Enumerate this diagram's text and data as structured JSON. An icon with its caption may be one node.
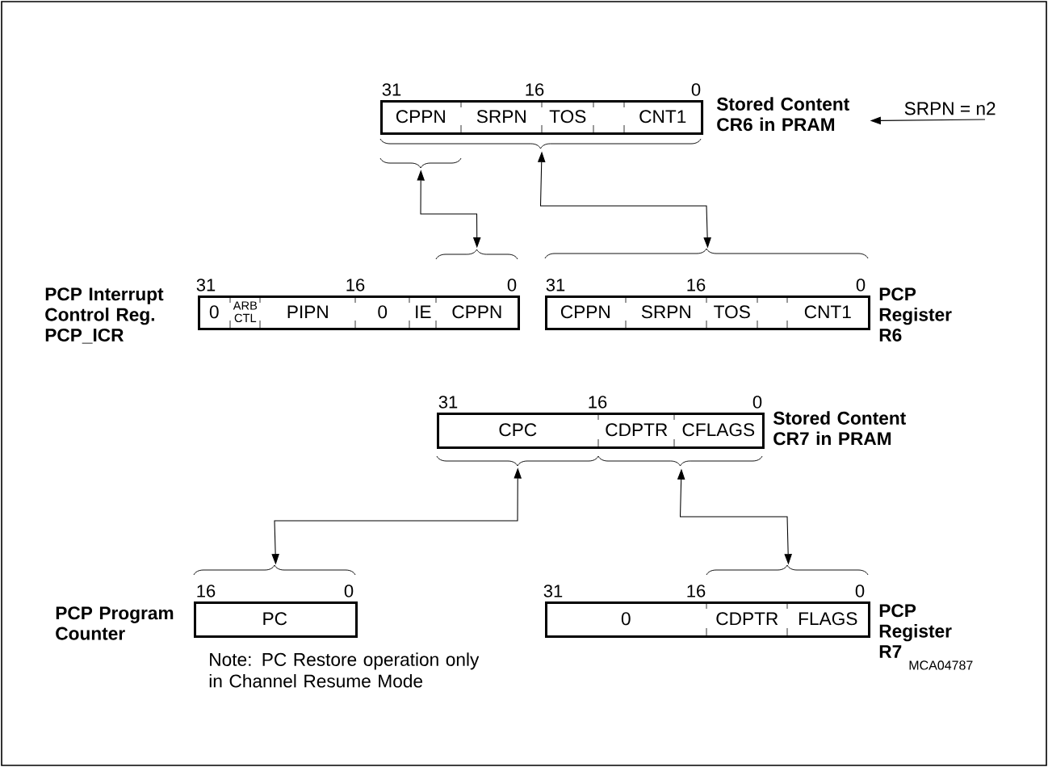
{
  "diagram": {
    "nodes": [
      {
        "text": [
          "Stored Content CR6 in PRAM"
        ],
        "beside": [
          "31",
          "16",
          "0"
        ]
      },
      {
        "text": [
          "CPPN"
        ],
        "in": 0
      },
      {
        "text": [
          "SRPN"
        ],
        "in": 0
      },
      {
        "text": [
          "TOS"
        ],
        "in": 0
      },
      {
        "text": [
          "CNT1"
        ],
        "in": 0
      },
      {
        "text": [
          "PCP Interrupt Control Reg. PCP_ICR"
        ],
        "beside": [
          "31",
          "16",
          "0"
        ]
      },
      {
        "text": [
          "0"
        ],
        "in": 5
      },
      {
        "text": [
          "ARB CTL"
        ],
        "in": 5
      },
      {
        "text": [
          "PIPN"
        ],
        "in": 5
      },
      {
        "text": [
          "0"
        ],
        "in": 5
      },
      {
        "text": [
          "IE"
        ],
        "in": 5
      },
      {
        "text": [
          "CPPN"
        ],
        "in": 5
      },
      {
        "text": [
          "PCP Register R6"
        ],
        "beside": [
          "31",
          "16",
          "0"
        ]
      },
      {
        "text": [
          "CPPN"
        ],
        "in": 12
      },
      {
        "text": [
          "SRPN"
        ],
        "in": 12
      },
      {
        "text": [
          "TOS"
        ],
        "in": 12
      },
      {
        "text": [
          "CNT1"
        ],
        "in": 12
      },
      {
        "text": [
          "Stored Content CR7 in PRAM"
        ],
        "beside": [
          "31",
          "16",
          "0"
        ]
      },
      {
        "text": [
          "CPC"
        ],
        "in": 17
      },
      {
        "text": [
          "CDPTR"
        ],
        "in": 17
      },
      {
        "text": [
          "CFLAGS"
        ],
        "in": 17
      },
      {
        "text": [
          "PCP Program Counter"
        ],
        "beside": [
          "16",
          "0"
        ]
      },
      {
        "text": [
          "PC"
        ],
        "in": 21
      },
      {
        "text": [
          "PCP Register R7"
        ],
        "beside": [
          "31",
          "16",
          "0"
        ]
      },
      {
        "text": [
          "0"
        ],
        "in": 23
      },
      {
        "text": [
          "CDPTR"
        ],
        "in": 23
      },
      {
        "text": [
          "FLAGS"
        ],
        "in": 23
      }
    ],
    "edges": [
      {
        "from": 1,
        "to": 11,
        "arrow": "both"
      },
      {
        "from": 0,
        "to": 12,
        "arrow": "both"
      },
      {
        "from": 18,
        "to": 21,
        "arrow": "both"
      },
      {
        "from": 17,
        "to": 23,
        "arrow": "both"
      },
      {
        "from": null,
        "to": 0,
        "arrow": "to",
        "label": "SRPN = n2"
      }
    ],
    "labels": [
      "Note: PC Restore operation only in Channel Resume Mode",
      "MCA04787"
    ]
  }
}
